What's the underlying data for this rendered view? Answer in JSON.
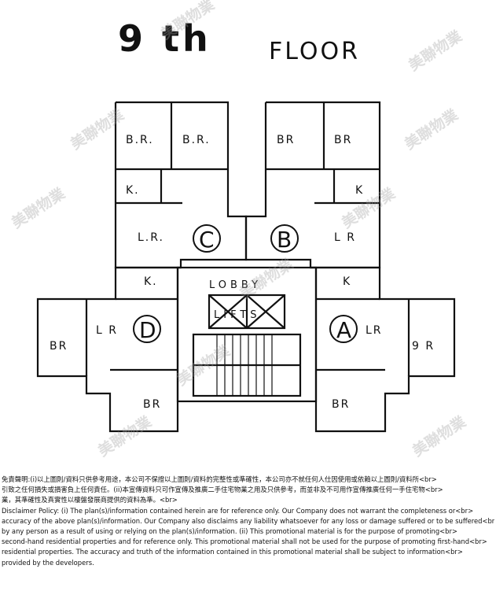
{
  "plan": {
    "title_number": "9 th",
    "title_floor": "FLOOR",
    "labels": {
      "br": "B.R.",
      "br2": "BR",
      "k": "K.",
      "k2": "K",
      "lr": "L.R.",
      "lr2": "L R",
      "lr3": "LR",
      "br_right": "9 R",
      "lobby": "LOBBY",
      "lifts": "LIFTS"
    },
    "units": {
      "a": "A",
      "b": "B",
      "c": "C",
      "d": "D"
    }
  },
  "watermark": {
    "text": "美聯物業"
  },
  "disclaimer": {
    "lines": [
      "免責聲明:(i)以上圖則/資料只供參考用途，本公司不保證以上圖則/資料的完整性或準確性，本公司亦不就任何人仕因使用或依賴以上圖則/資料所<br>",
      "引致之任何損失或損害負上任何責任。(ii)本宣傳資料只可作宣傳及推廣二手住宅物業之用及只供參考，而並非及不可用作宣傳推廣任何一手住宅物<br>",
      "業，其準確性及真實性以樓盤發展商提供的資料為準。<br>",
      "Disclaimer Policy: (i) The plan(s)/information contained herein are for reference only. Our Company does not warrant the completeness or<br>",
      "accuracy of the above plan(s)/information. Our Company also disclaims any liability whatsoever for any loss or damage suffered or to be suffered<br>",
      "by any person as a result of using or relying on the plan(s)/information. (ii) This promotional material is for the purpose of promoting<br>",
      "second-hand residential properties and for reference only. This promotional material shall not be used for the purpose of promoting first-hand<br>",
      "residential properties. The accuracy and truth of the information contained in this promotional material shall be subject to information<br>",
      "provided by the developers."
    ]
  }
}
